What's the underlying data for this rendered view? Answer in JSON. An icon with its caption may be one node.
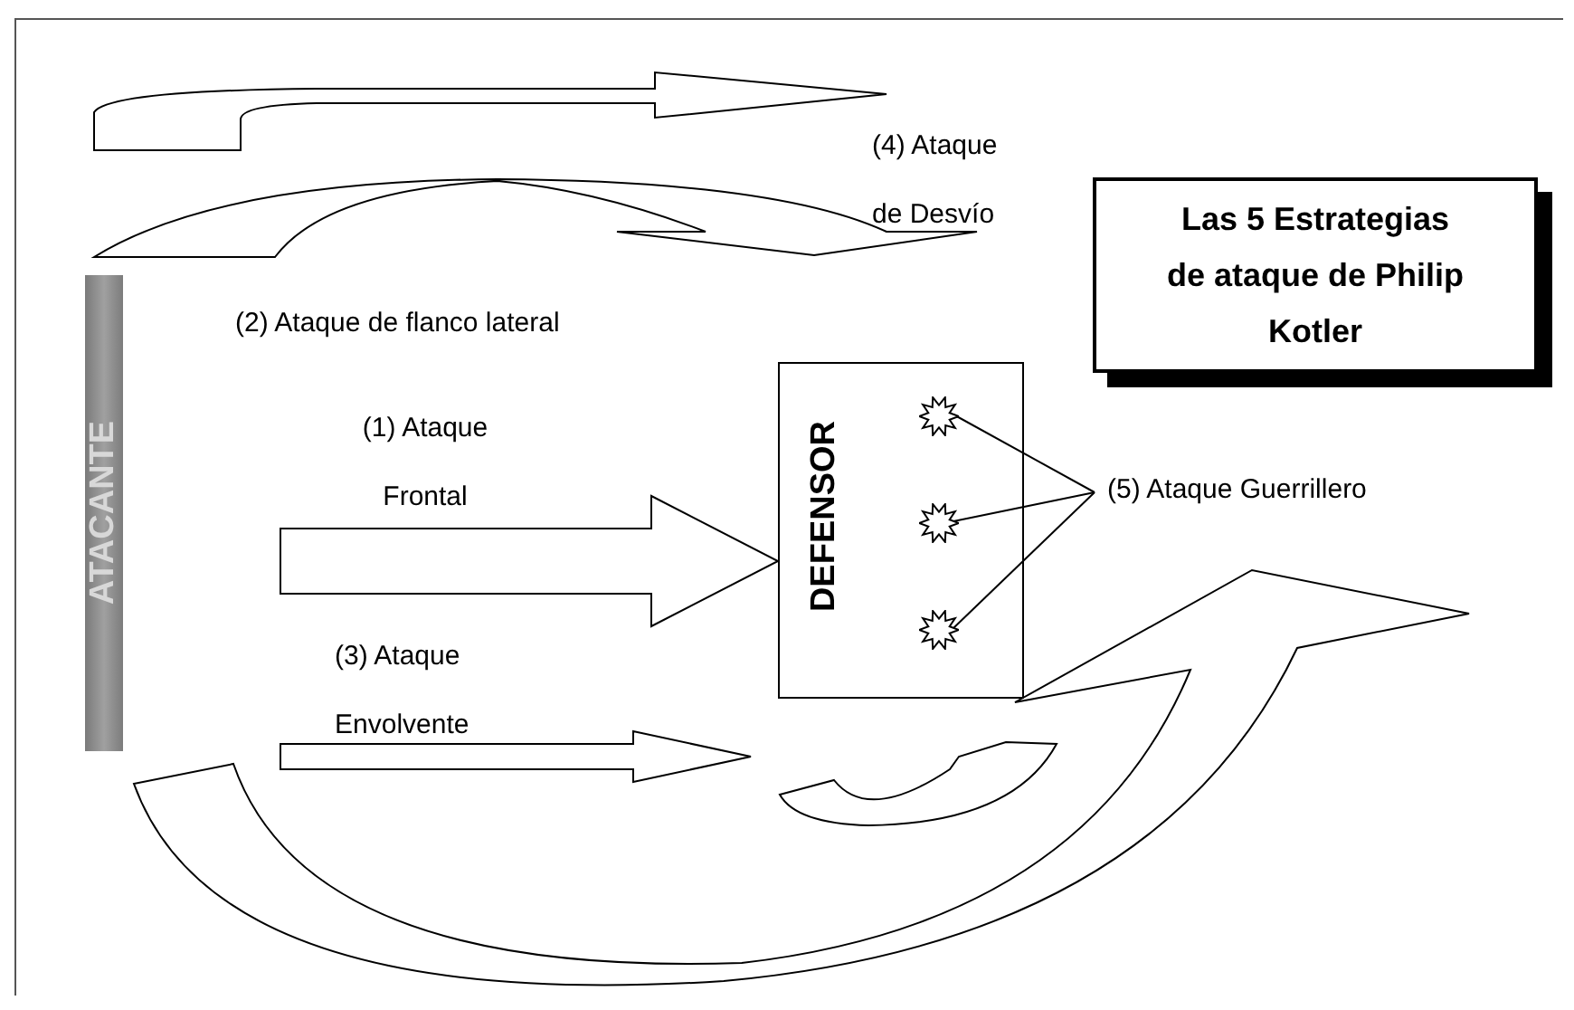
{
  "diagram": {
    "nodes": [
      {
        "text": [
          "ATACANTE"
        ]
      },
      {
        "text": [
          "DEFENSOR"
        ]
      },
      {
        "text": [],
        "shape": "star",
        "in": 1
      },
      {
        "text": [],
        "shape": "star",
        "in": 1
      },
      {
        "text": [],
        "shape": "star",
        "in": 1
      },
      {
        "text": [
          "(5) Ataque Guerrillero"
        ]
      },
      {
        "text": [
          "Las 5 Estrategias de ataque de Philip Kotler"
        ]
      }
    ],
    "edges": [
      {
        "from": null,
        "to": 1,
        "arrow": "to",
        "style": "thick",
        "label": "(1) Ataque Frontal"
      },
      {
        "from": 5,
        "to": 2,
        "arrow": "none"
      },
      {
        "from": 5,
        "to": 3,
        "arrow": "none"
      },
      {
        "from": 5,
        "to": 4,
        "arrow": "none"
      }
    ],
    "labels": [
      "(4) Ataque de Desvío",
      "(2) Ataque de flanco lateral",
      "(3) Ataque Envolvente"
    ]
  }
}
